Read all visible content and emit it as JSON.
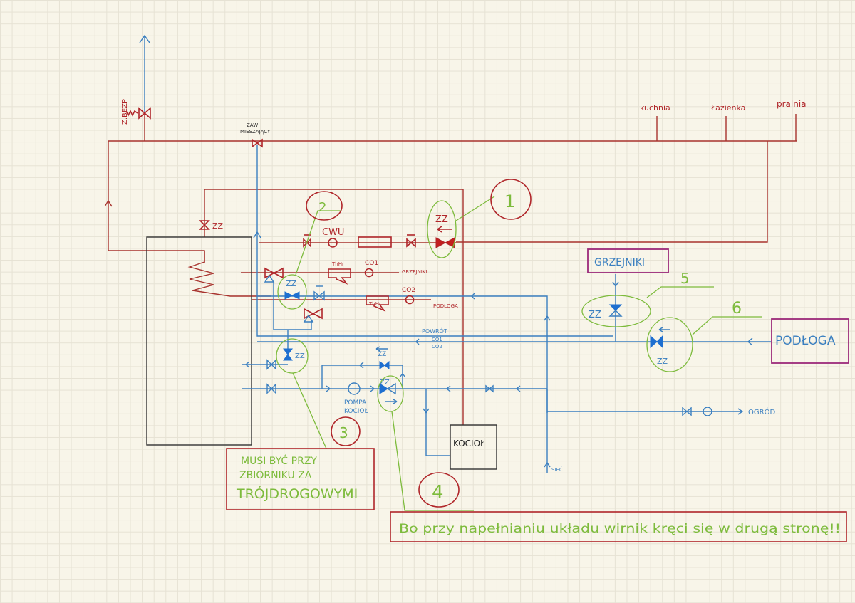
{
  "diagram": {
    "top_labels": {
      "zbezp": "Z.BEZP",
      "zaw_mieszajacy_line1": "ZAW",
      "zaw_mieszajacy_line2": "MIESZAJĄCY",
      "kuchnia": "kuchnia",
      "lazienka": "Łazienka",
      "pralnia": "pralnia"
    },
    "valve_labels": {
      "zz_top": "ZZ",
      "zz_1": "ZZ",
      "zz_2": "ZZ",
      "zz_3": "ZZ",
      "zz_4": "ZZ",
      "zz_return": "ZZ",
      "zz_5": "ZZ",
      "zz_6": "ZZ"
    },
    "circuit_labels": {
      "cwu": "CWU",
      "co1": "CO1",
      "co2": "CO2",
      "thr1": "ThHr",
      "thr2": "ThHr",
      "grzejniki_small": "GRZEJNIKI",
      "podloga_small": "PODŁOGA",
      "powrot_line1": "POWRÓT",
      "powrot_line2": "CO1",
      "powrot_line3": "CO2",
      "pompa_line1": "POMPA",
      "pompa_line2": "KOCIOŁ",
      "kociol": "KOCIOŁ",
      "siec": "SIEĆ",
      "ogrod": "OGRÓD"
    },
    "boxes": {
      "grzejniki": "GRZEJNIKI",
      "podloga": "PODŁOGA"
    },
    "markers": [
      "1",
      "2",
      "3",
      "4",
      "5",
      "6"
    ],
    "notes": {
      "note3_line1": "MUSI BYĆ PRZY",
      "note3_line2": "ZBIORNIKU ZA",
      "note3_line3": "TRÓJDROGOWYMI",
      "note4": "Bo przy napełnianiu układu wirnik kręci się w drugą stronę!!"
    },
    "colors": {
      "supply": "#a8332e",
      "return": "#3a7fc0",
      "annotation": "#7dbb3c",
      "marker": "#b0262a",
      "box": "#9c2a7a",
      "paper": "#f8f5e9"
    }
  }
}
